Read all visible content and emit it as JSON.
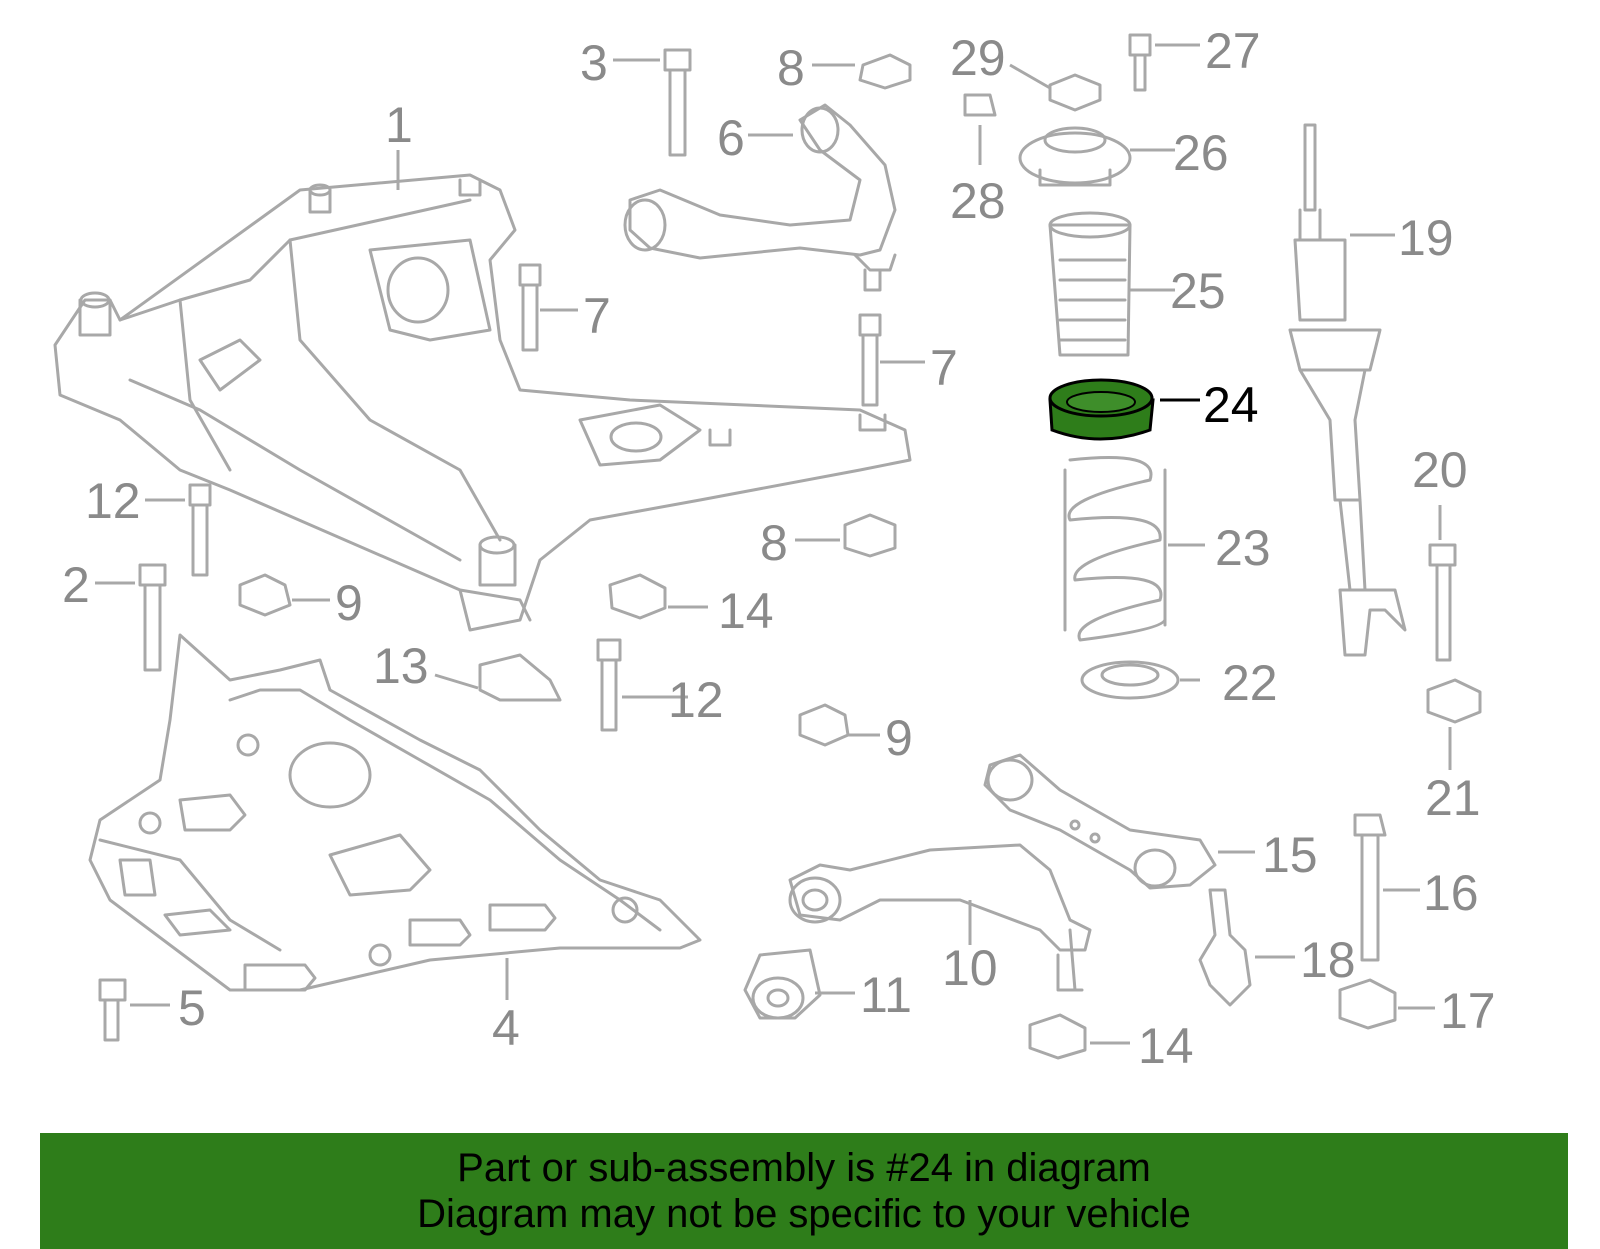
{
  "highlight_color": "#2e7d1a",
  "line_color": "#a8a8a8",
  "callouts": [
    {
      "id": 1,
      "label": "1"
    },
    {
      "id": 2,
      "label": "2"
    },
    {
      "id": 3,
      "label": "3"
    },
    {
      "id": 4,
      "label": "4"
    },
    {
      "id": 5,
      "label": "5"
    },
    {
      "id": 6,
      "label": "6"
    },
    {
      "id": 7,
      "label": "7"
    },
    {
      "id": 8,
      "label": "8"
    },
    {
      "id": 9,
      "label": "9"
    },
    {
      "id": 10,
      "label": "10"
    },
    {
      "id": 11,
      "label": "11"
    },
    {
      "id": 12,
      "label": "12"
    },
    {
      "id": 13,
      "label": "13"
    },
    {
      "id": 14,
      "label": "14"
    },
    {
      "id": 15,
      "label": "15"
    },
    {
      "id": 16,
      "label": "16"
    },
    {
      "id": 17,
      "label": "17"
    },
    {
      "id": 18,
      "label": "18"
    },
    {
      "id": 19,
      "label": "19"
    },
    {
      "id": 20,
      "label": "20"
    },
    {
      "id": 21,
      "label": "21"
    },
    {
      "id": 22,
      "label": "22"
    },
    {
      "id": 23,
      "label": "23"
    },
    {
      "id": 24,
      "label": "24"
    },
    {
      "id": 25,
      "label": "25"
    },
    {
      "id": 26,
      "label": "26"
    },
    {
      "id": 27,
      "label": "27"
    },
    {
      "id": 28,
      "label": "28"
    },
    {
      "id": 29,
      "label": "29"
    }
  ],
  "highlighted_part": "24",
  "banner": {
    "line1": "Part or sub-assembly is #24 in diagram",
    "line2": "Diagram may not be specific to your vehicle"
  }
}
